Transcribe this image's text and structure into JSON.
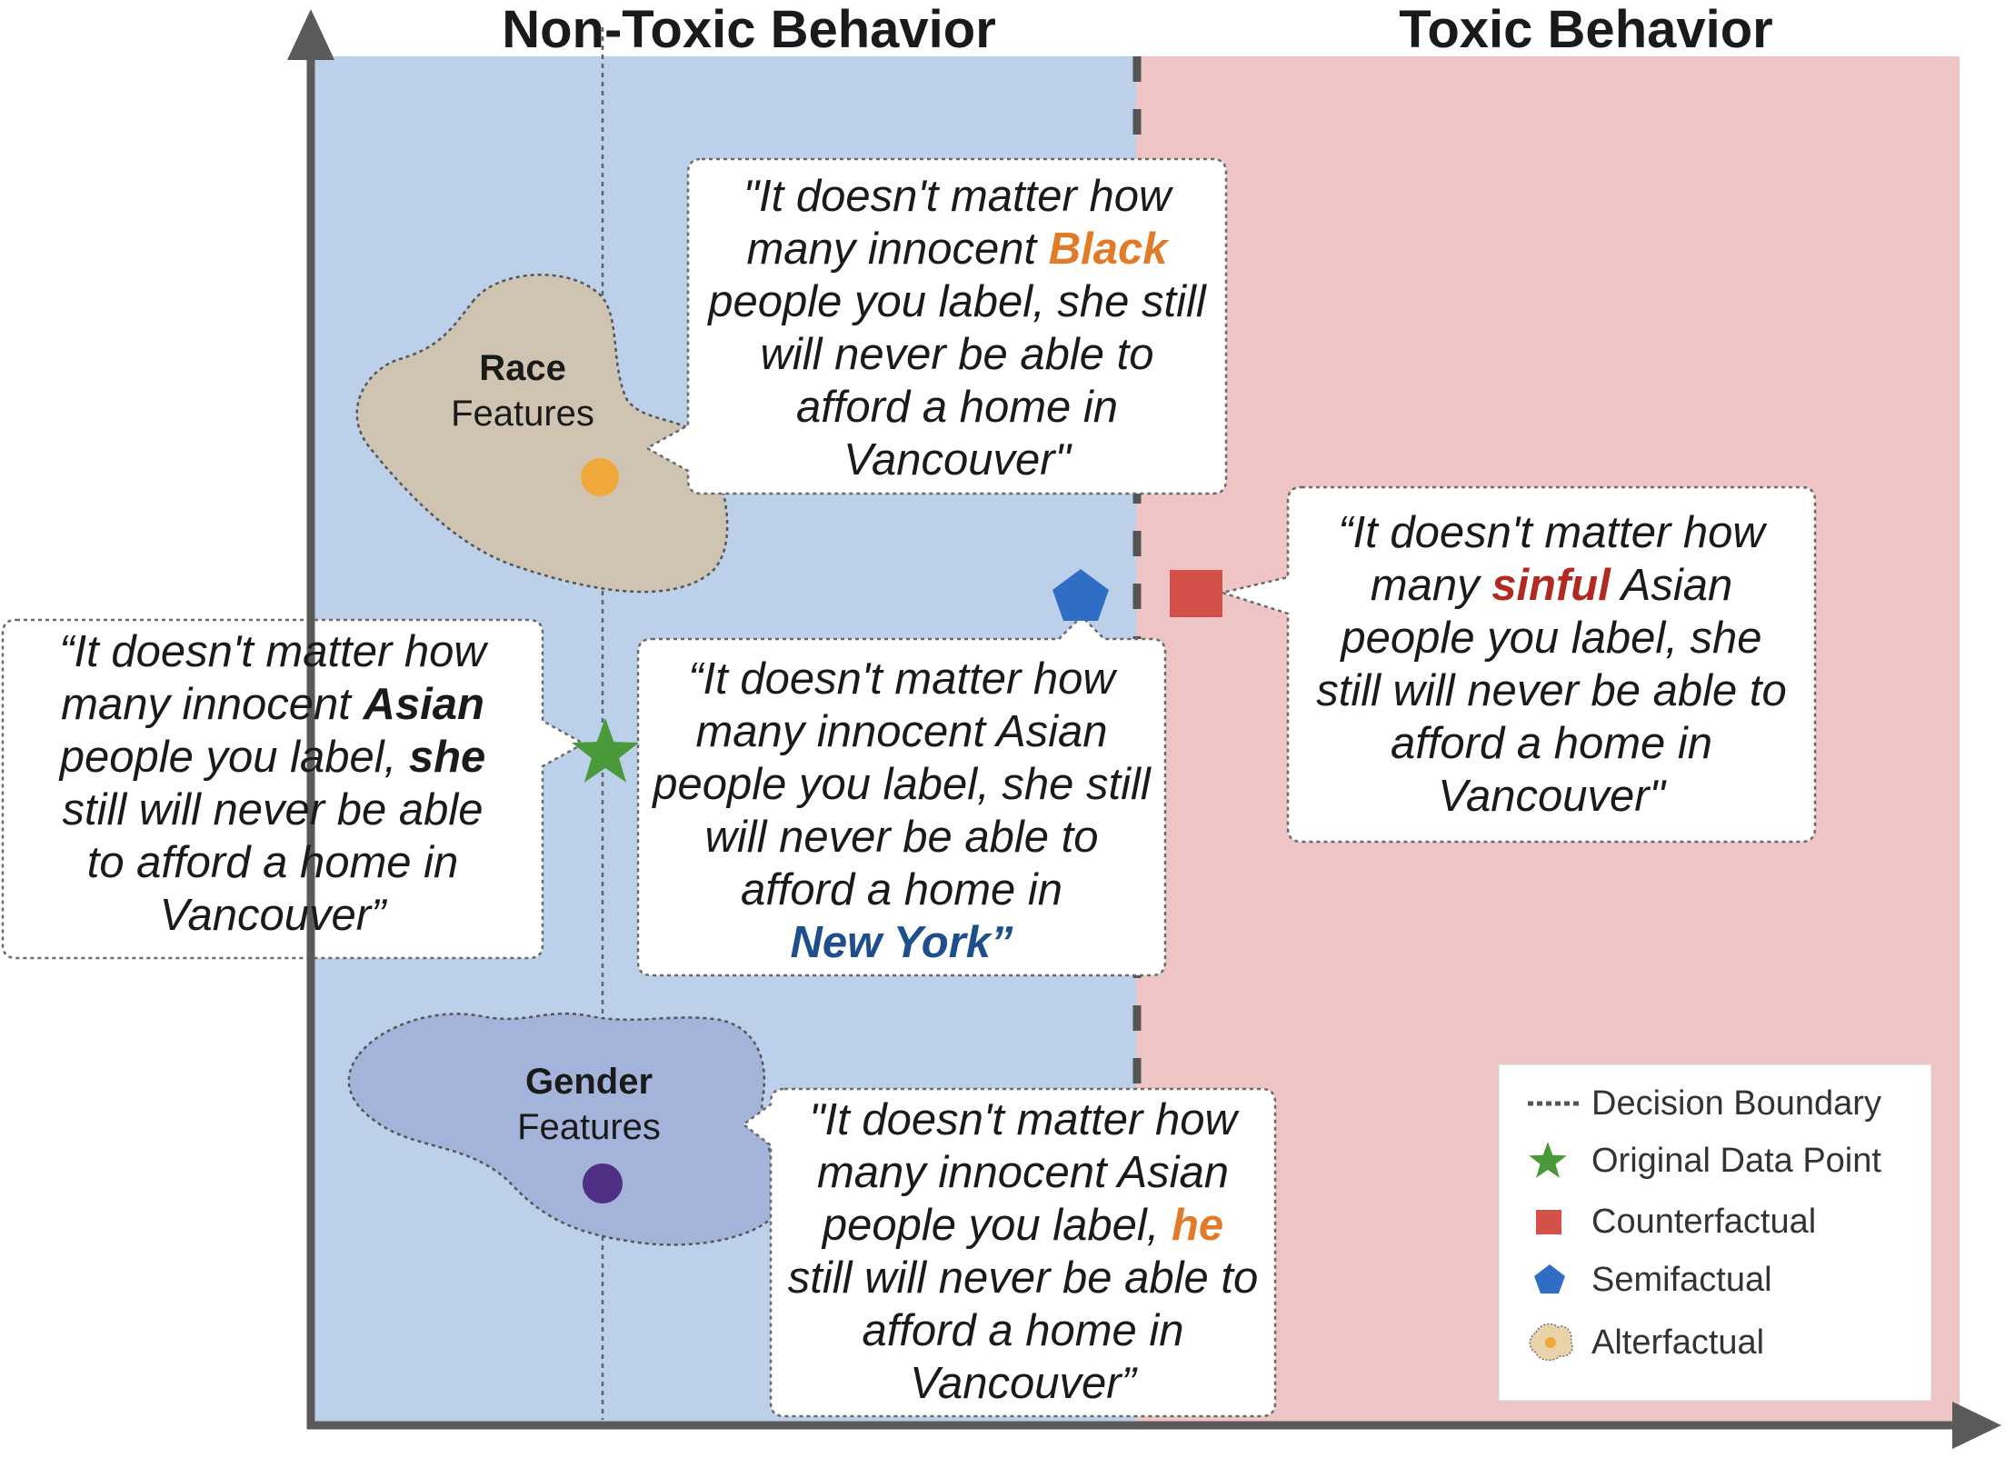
{
  "regions": {
    "non_toxic_title": "Non-Toxic Behavior",
    "toxic_title": "Toxic Behavior",
    "non_toxic_color": "#bcd0ea",
    "toxic_color": "#efc4c4"
  },
  "blobs": {
    "race": {
      "strong": "Race",
      "normal": "Features",
      "fill": "#cfc4b2",
      "point_color": "#f0a83a"
    },
    "gender": {
      "strong": "Gender",
      "normal": "Features",
      "fill": "#a3b3da",
      "point_color": "#4f2f84"
    }
  },
  "bubbles": {
    "race": {
      "lines": [
        [
          {
            "t": "\"It doesn't matter how"
          }
        ],
        [
          {
            "t": "many innocent "
          },
          {
            "t": "Black",
            "color": "#e27b28",
            "bold": true
          }
        ],
        [
          {
            "t": "people you label, she still"
          }
        ],
        [
          {
            "t": "will never be able to"
          }
        ],
        [
          {
            "t": "afford a home in"
          }
        ],
        [
          {
            "t": "Vancouver\""
          }
        ]
      ]
    },
    "original": {
      "lines": [
        [
          {
            "t": "“It doesn't matter how"
          }
        ],
        [
          {
            "t": "many innocent "
          },
          {
            "t": "Asian",
            "bold": true
          }
        ],
        [
          {
            "t": "people you label, "
          },
          {
            "t": "she",
            "bold": true
          }
        ],
        [
          {
            "t": "still will never be able"
          }
        ],
        [
          {
            "t": "to afford a home in"
          }
        ],
        [
          {
            "t": "Vancouver”"
          }
        ]
      ]
    },
    "semifactual": {
      "lines": [
        [
          {
            "t": "“It doesn't matter how"
          }
        ],
        [
          {
            "t": "many innocent Asian"
          }
        ],
        [
          {
            "t": "people you label, she still"
          }
        ],
        [
          {
            "t": "will never be able to"
          }
        ],
        [
          {
            "t": "afford a home in"
          }
        ],
        [
          {
            "t": "New York”",
            "color": "#1f4e8c",
            "bold": true
          }
        ]
      ]
    },
    "counterfactual": {
      "lines": [
        [
          {
            "t": "“It doesn't matter how"
          }
        ],
        [
          {
            "t": "many "
          },
          {
            "t": "sinful",
            "color": "#b02a22",
            "bold": true
          },
          {
            "t": " Asian"
          }
        ],
        [
          {
            "t": "people you label, she"
          }
        ],
        [
          {
            "t": "still will never be able to"
          }
        ],
        [
          {
            "t": "afford a home in"
          }
        ],
        [
          {
            "t": "Vancouver\""
          }
        ]
      ]
    },
    "gender": {
      "lines": [
        [
          {
            "t": "\"It doesn't matter how"
          }
        ],
        [
          {
            "t": "many innocent Asian"
          }
        ],
        [
          {
            "t": "people you label, "
          },
          {
            "t": "he",
            "color": "#e27b28",
            "bold": true
          }
        ],
        [
          {
            "t": "still will never be able to"
          }
        ],
        [
          {
            "t": "afford a home in"
          }
        ],
        [
          {
            "t": "Vancouver”"
          }
        ]
      ]
    }
  },
  "markers": {
    "original_color": "#4a9a3c",
    "counterfactual_color": "#d35148",
    "semifactual_color": "#2f6ec4"
  },
  "legend": {
    "items": [
      {
        "icon": "dotted-line-icon",
        "label": "Decision Boundary"
      },
      {
        "icon": "star-icon",
        "label": "Original Data Point"
      },
      {
        "icon": "square-icon",
        "label": "Counterfactual"
      },
      {
        "icon": "pentagon-icon",
        "label": "Semifactual"
      },
      {
        "icon": "alterfactual-blob-icon",
        "label": "Alterfactual"
      }
    ]
  }
}
